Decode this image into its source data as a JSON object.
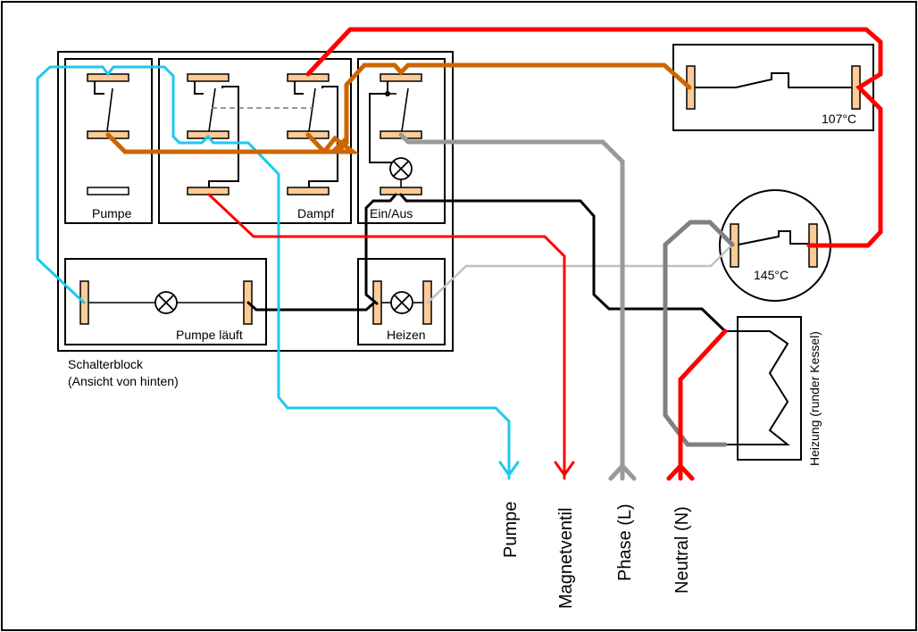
{
  "diagram": {
    "switch_block": {
      "label_line1": "Schalterblock",
      "label_line2": "(Ansicht von hinten)",
      "switches": {
        "pumpe": "Pumpe",
        "dampf": "Dampf",
        "ein_aus": "Ein/Aus"
      },
      "indicators": {
        "pumpe_laeuft": "Pumpe läuft",
        "heizen": "Heizen"
      }
    },
    "thermostats": {
      "t107": "107°C",
      "t145": "145°C"
    },
    "heater": {
      "label": "Heizung (runder Kessel)"
    },
    "outputs": {
      "pumpe": "Pumpe",
      "magnetventil": "Magnetventil",
      "phase": "Phase (L)",
      "neutral": "Neutral (N)"
    },
    "wire_colors": {
      "pumpe": "#1ec8f0",
      "magnetventil": "#ff0000",
      "neutral": "#ff0000",
      "phase": "#999999",
      "phase_dark": "#808080",
      "heater_return": "#c0c0c0",
      "brown": "#cc6600",
      "black": "#000000"
    },
    "terminal_color": "#fdcb95"
  }
}
